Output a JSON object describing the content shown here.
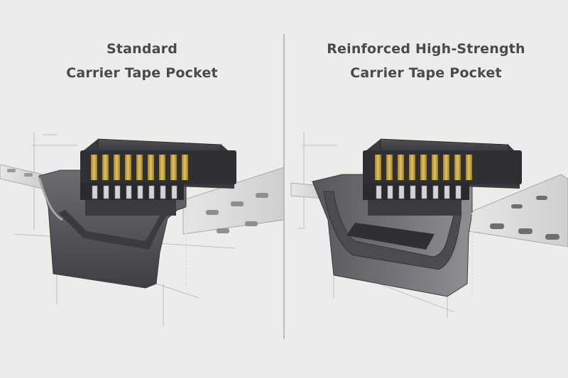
{
  "panels": [
    {
      "id": "standard",
      "title_line1": "Standard",
      "title_line2": "Carrier Tape Pocket"
    },
    {
      "id": "reinforced",
      "title_line1": "Reinforced High-Strength",
      "title_line2": "Carrier Tape Pocket"
    }
  ],
  "colors": {
    "background": "#ececea",
    "divider": "#9a9a9a",
    "pocket_dark": "#4b4c4f",
    "pocket_mid": "#6e7074",
    "pocket_light": "#9a9ca0",
    "tape_light": "#dcdcdc",
    "ic_body": "#2f3033",
    "ic_top": "#3c3d40",
    "pin_gold": "#c9a646",
    "pin_silver": "#cfd2d6",
    "sketch_line": "#a8a8a8"
  },
  "icons": [
    "carrier-tape-pocket-illustration",
    "connector-ic-component"
  ]
}
